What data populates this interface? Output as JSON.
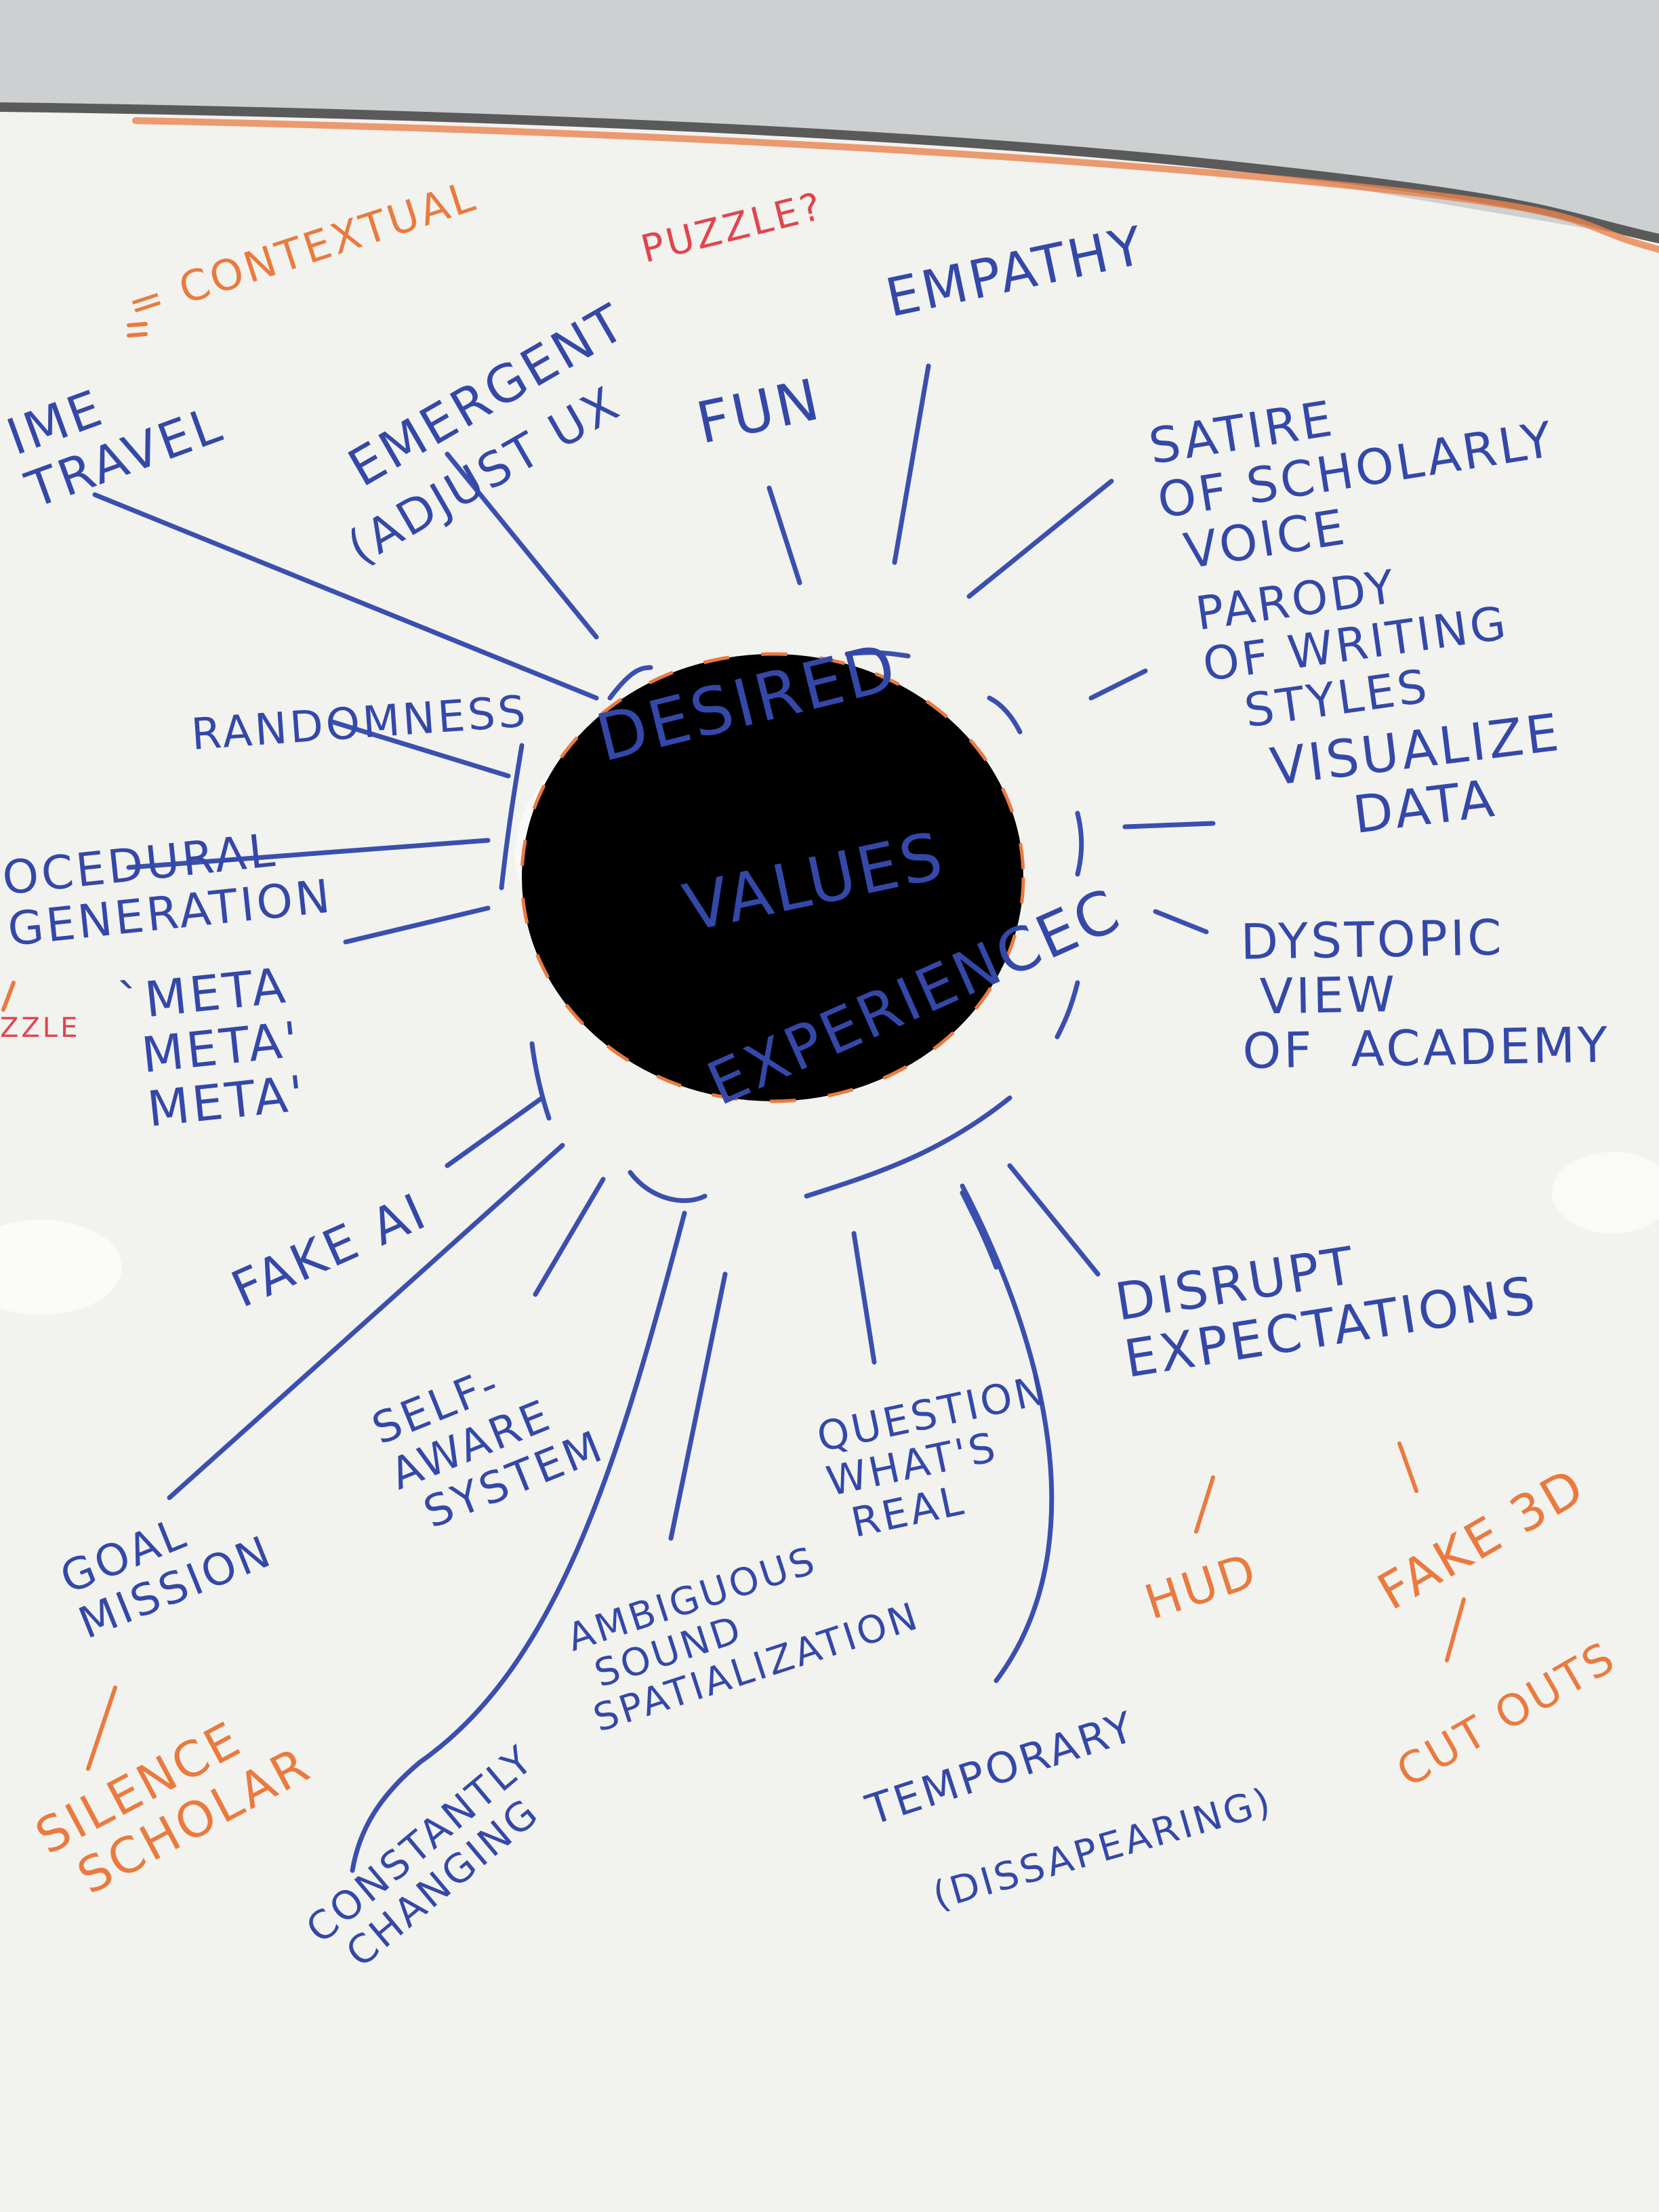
{
  "colors": {
    "board": "#f3f3f0",
    "wall": "#cfd1d2",
    "marker_blue": "#3448a8",
    "marker_orange": "#ea7a3e",
    "marker_red": "#e0454e"
  },
  "center": {
    "line1": "DESIRED",
    "line2": "VALUES",
    "line3": "EXPERIENCEC"
  },
  "notes": {
    "contextual": "= CONTEXTUAL",
    "puzzle_top": "PUZZLE?",
    "time_travel": "IME\nTRAVEL",
    "emergent": "EMERGENT",
    "adjust_ux": "(ADJUST UX",
    "fun": "FUN",
    "empathy": "EMPATHY",
    "satire": "SATIRE\nOF SCHOLARLY\n VOICE",
    "parody": "PARODY\nOF WRITING\n  STYLES",
    "visualize": "VISUALIZE\n    DATA",
    "dystopic": "DYSTOPIC\n VIEW\nOF  ACADEMY",
    "randomness": "RANDOMNESS",
    "procedural": "OCEDURAL\nGENERATION",
    "puzzle_left": "ZZLE",
    "meta": "`META\n META'\n META'",
    "fake_ai": "FAKE AI",
    "goal_mission": "GOAL\nMISSION",
    "silence_scholar": "SILENCE\n SCHOLAR",
    "self_aware": "SELF-\nAWARE\n SYSTEM",
    "constantly": "CONSTANTLY\n CHANGING",
    "ambiguous": "AMBIGUOUS\n SOUND\nSPATIALIZATION",
    "question": "QUESTION\nWHAT'S\n REAL",
    "disrupt": "DISRUPT\nEXPECTATIONS",
    "temporary": "TEMPORARY",
    "hud": "HUD",
    "dissapearing": "(DISSAPEARING)",
    "fake_3d": "FAKE 3D",
    "cut_outs": "CUT OUTS"
  }
}
